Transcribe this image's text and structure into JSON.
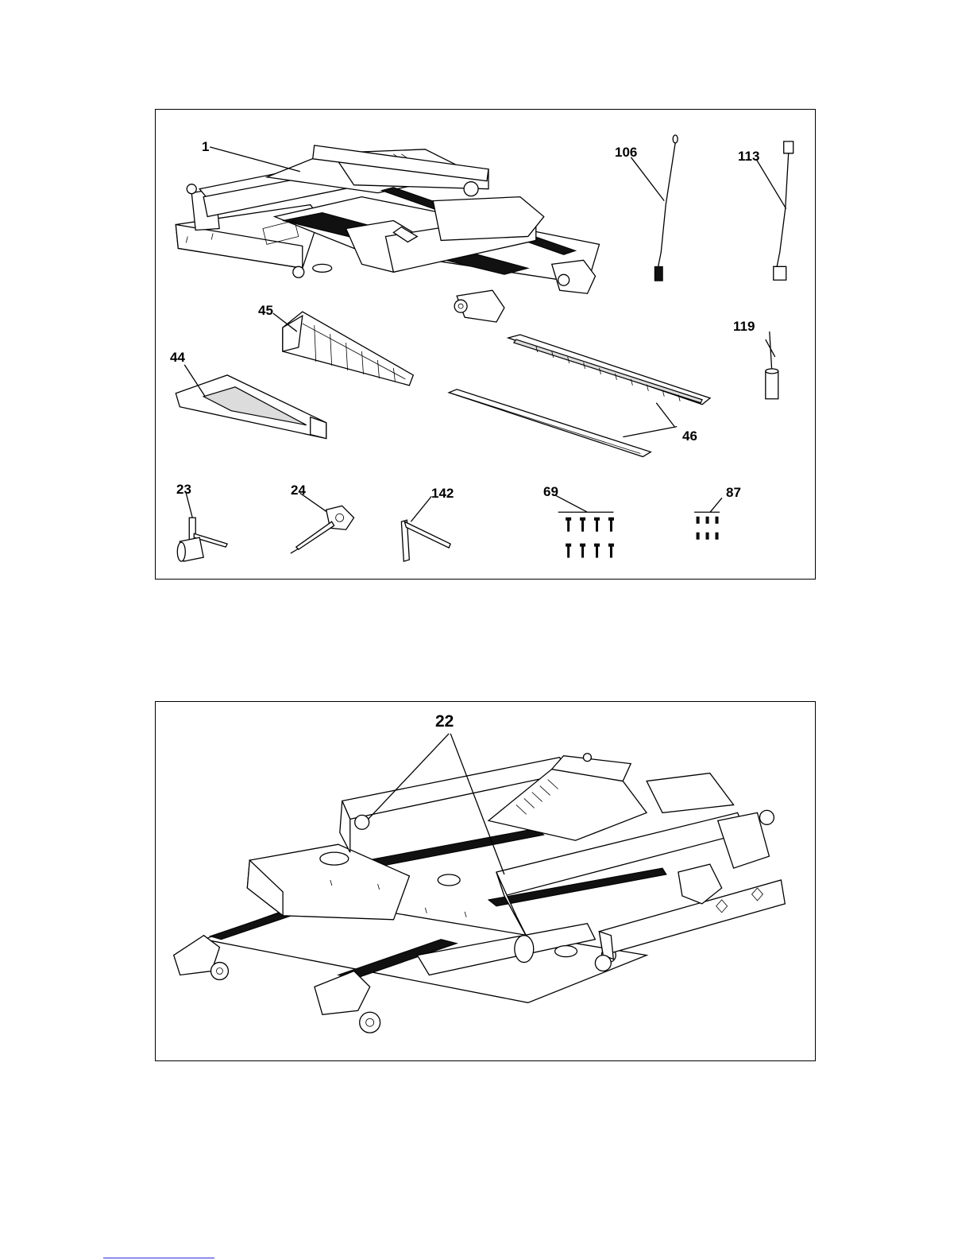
{
  "figure_top": {
    "labels": {
      "p1": "1",
      "p106": "106",
      "p113": "113",
      "p45": "45",
      "p44": "44",
      "p119": "119",
      "p46": "46",
      "p23": "23",
      "p24": "24",
      "p142": "142",
      "p69": "69",
      "p87": "87"
    }
  },
  "figure_bottom": {
    "labels": {
      "p22": "22"
    }
  }
}
